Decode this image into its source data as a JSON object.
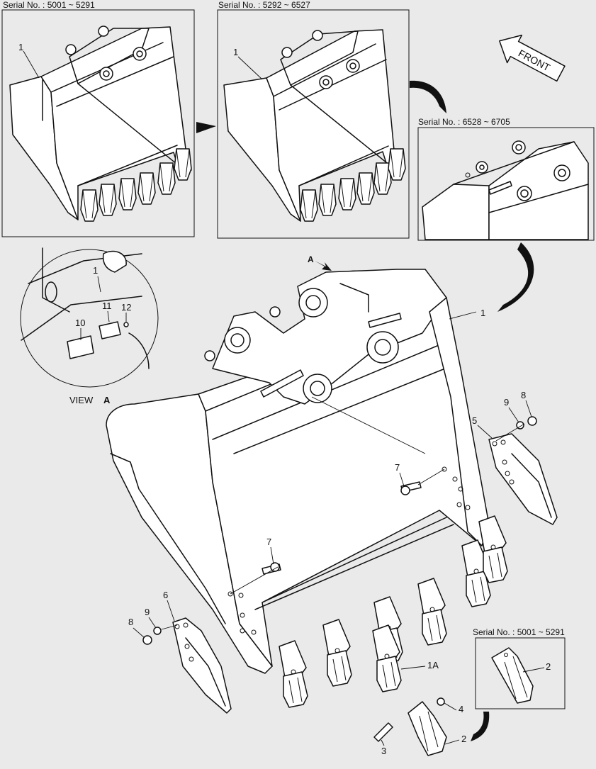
{
  "serial_labels": {
    "panel_a": "Serial No. : 5001 ~ 5291",
    "panel_b": "Serial No. : 5292 ~ 6527",
    "panel_c": "Serial No. : 6528 ~ 6705",
    "panel_d": "Serial No. : 5001 ~ 5291"
  },
  "front_label": "FRONT",
  "view_label": "VIEW",
  "view_letter": "A",
  "arrow_letter": "A",
  "callouts": {
    "panel_a_1": "1",
    "panel_b_1": "1",
    "bucket_1": "1",
    "view_1": "1",
    "view_10": "10",
    "view_11": "11",
    "view_12": "12",
    "part_5": "5",
    "part_9_right": "9",
    "part_8_right": "8",
    "part_7_upper": "7",
    "part_7_lower": "7",
    "part_6": "6",
    "part_9_left": "9",
    "part_8_left": "8",
    "part_1A": "1A",
    "part_4": "4",
    "part_2": "2",
    "part_3": "3",
    "panel_d_2": "2"
  },
  "colors": {
    "background": "#eaeaea",
    "line": "#111111",
    "panel_fill": "#eaeaea"
  }
}
